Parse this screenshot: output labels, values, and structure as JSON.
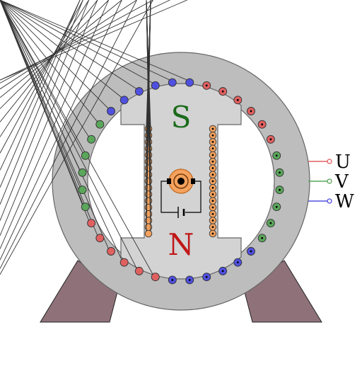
{
  "colors": {
    "stator": "#bdbdbd",
    "rotor": "#d3d3d3",
    "outline": "#555555",
    "legs": "#8f7279",
    "coil": "#f4a25e",
    "phase_u": "#e06060",
    "phase_v": "#5aa65a",
    "phase_w": "#5050e0",
    "pole_s": "#1a6b1a",
    "pole_n": "#c01818"
  },
  "poles": {
    "south": "S",
    "north": "N"
  },
  "terminals": [
    {
      "label": "U",
      "phase": "U"
    },
    {
      "label": "V",
      "phase": "V"
    },
    {
      "label": "W",
      "phase": "W"
    }
  ],
  "stator_winding": {
    "slot_count": 36,
    "slots_clockwise_from_top": [
      {
        "phase": "W",
        "direction": "cross"
      },
      {
        "phase": "U",
        "direction": "dot"
      },
      {
        "phase": "U",
        "direction": "dot"
      },
      {
        "phase": "U",
        "direction": "dot"
      },
      {
        "phase": "U",
        "direction": "dot"
      },
      {
        "phase": "U",
        "direction": "dot"
      },
      {
        "phase": "U",
        "direction": "dot"
      },
      {
        "phase": "V",
        "direction": "dot"
      },
      {
        "phase": "V",
        "direction": "dot"
      },
      {
        "phase": "V",
        "direction": "dot"
      },
      {
        "phase": "V",
        "direction": "dot"
      },
      {
        "phase": "V",
        "direction": "dot"
      },
      {
        "phase": "V",
        "direction": "dot"
      },
      {
        "phase": "W",
        "direction": "dot"
      },
      {
        "phase": "W",
        "direction": "dot"
      },
      {
        "phase": "W",
        "direction": "dot"
      },
      {
        "phase": "W",
        "direction": "dot"
      },
      {
        "phase": "W",
        "direction": "dot"
      },
      {
        "phase": "W",
        "direction": "dot"
      },
      {
        "phase": "U",
        "direction": "cross"
      },
      {
        "phase": "U",
        "direction": "cross"
      },
      {
        "phase": "U",
        "direction": "cross"
      },
      {
        "phase": "U",
        "direction": "cross"
      },
      {
        "phase": "U",
        "direction": "cross"
      },
      {
        "phase": "U",
        "direction": "cross"
      },
      {
        "phase": "V",
        "direction": "cross"
      },
      {
        "phase": "V",
        "direction": "cross"
      },
      {
        "phase": "V",
        "direction": "cross"
      },
      {
        "phase": "V",
        "direction": "cross"
      },
      {
        "phase": "V",
        "direction": "cross"
      },
      {
        "phase": "V",
        "direction": "cross"
      },
      {
        "phase": "W",
        "direction": "cross"
      },
      {
        "phase": "W",
        "direction": "cross"
      },
      {
        "phase": "W",
        "direction": "cross"
      },
      {
        "phase": "W",
        "direction": "cross"
      },
      {
        "phase": "W",
        "direction": "cross"
      }
    ]
  },
  "rotor_winding": {
    "left_column": "cross",
    "right_column": "dot",
    "turns_per_column": 17
  },
  "excitation": {
    "source": "battery",
    "slip_ring": true
  }
}
